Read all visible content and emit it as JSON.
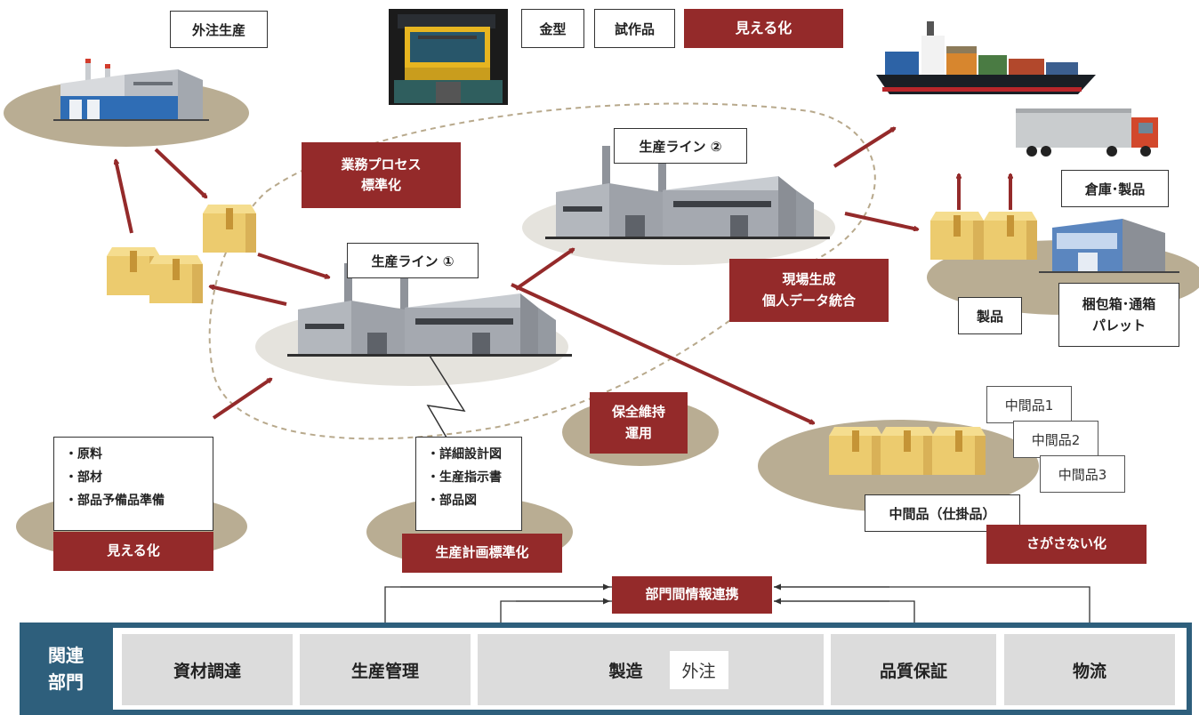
{
  "labels": {
    "outsourcing": "外注生産",
    "mold": "金型",
    "prototype": "試作品",
    "visualization_top": "見える化",
    "line1": "生産ライン ①",
    "line2": "生産ライン ②",
    "process_std_1": "業務プロセス",
    "process_std_2": "標準化",
    "field_data_1": "現場生成",
    "field_data_2": "個人データ統合",
    "maintenance_1": "保全維持",
    "maintenance_2": "運用",
    "warehouse": "倉庫･製品",
    "product": "製品",
    "packing_1": "梱包箱･通箱",
    "packing_2": "パレット",
    "intermediate_1": "中間品1",
    "intermediate_2": "中間品2",
    "intermediate_3": "中間品3",
    "intermediate_main": "中間品（仕掛品）",
    "no_search": "さがさない化",
    "visualization_bottom": "見える化",
    "plan_std": "生産計画標準化",
    "info_link": "部門間情報連携"
  },
  "materials_list": [
    "原料",
    "部材",
    "部品予備品準備"
  ],
  "docs_list": [
    "詳細設計図",
    "生産指示書",
    "部品図"
  ],
  "departments": {
    "title_1": "関連",
    "title_2": "部門",
    "procurement": "資材調達",
    "production_mgmt": "生産管理",
    "manufacturing": "製造",
    "outsource": "外注",
    "quality": "品質保証",
    "logistics": "物流"
  },
  "colors": {
    "accent_red": "#942a2a",
    "dept_blue": "#2e5f7c",
    "ground": "#b9ad93",
    "box": "#e9c46a",
    "building": "#9fa3a9"
  }
}
